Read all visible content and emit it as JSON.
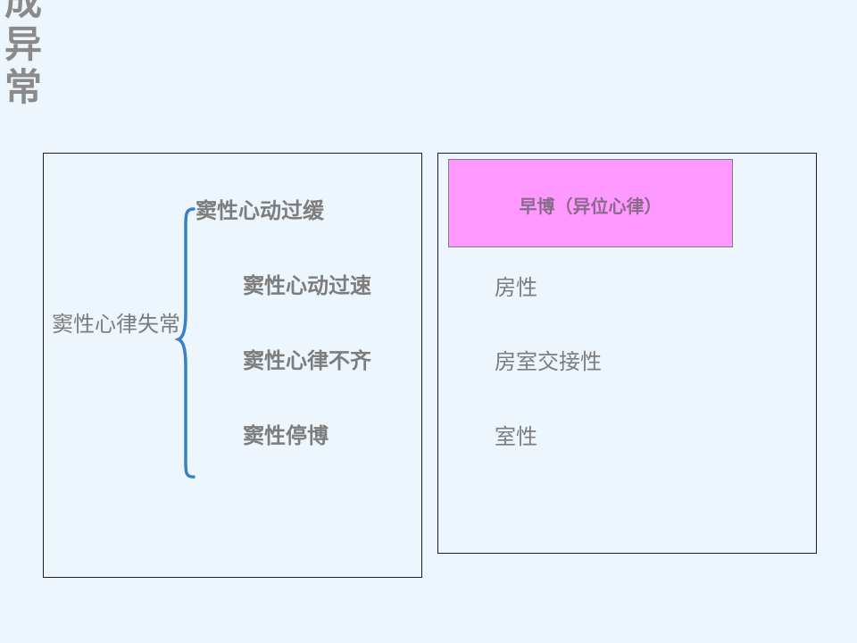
{
  "slide": {
    "vertical_title": [
      "成",
      "异",
      "常"
    ],
    "left_panel": {
      "main_label": "窦性心律失常",
      "items": [
        "窦性心动过缓",
        "窦性心动过速",
        "窦性心律不齐",
        "窦性停博"
      ]
    },
    "right_panel": {
      "header": "早博（异位心律）",
      "items": [
        "房性",
        "房室交接性",
        "室性"
      ]
    },
    "colors": {
      "background": "#eef6fd",
      "brace": "#3a7fc8",
      "highlight": "#ff99ff",
      "text": "#7f7f7f"
    }
  }
}
